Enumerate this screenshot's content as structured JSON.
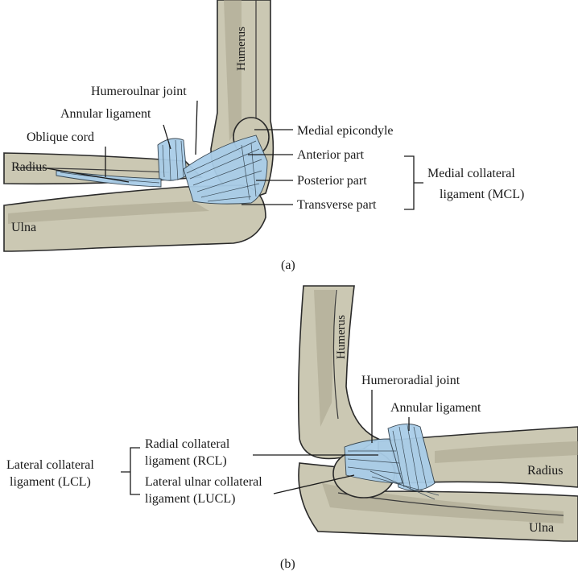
{
  "panel_a": {
    "caption": "(a)",
    "labels": {
      "humerus": "Humerus",
      "humeroulnar_joint": "Humeroulnar joint",
      "annular_ligament": "Annular ligament",
      "oblique_cord": "Oblique cord",
      "radius": "Radius",
      "ulna": "Ulna",
      "medial_epicondyle": "Medial epicondyle",
      "anterior_part": "Anterior part",
      "posterior_part": "Posterior part",
      "transverse_part": "Transverse part",
      "mcl_line1": "Medial collateral",
      "mcl_line2": "ligament (MCL)"
    }
  },
  "panel_b": {
    "caption": "(b)",
    "labels": {
      "humerus": "Humerus",
      "humeroradial_joint": "Humeroradial joint",
      "annular_ligament": "Annular ligament",
      "rcl_line1": "Radial collateral",
      "rcl_line2": "ligament (RCL)",
      "lucl_line1": "Lateral ulnar collateral",
      "lucl_line2": "ligament (LUCL)",
      "lcl_line1": "Lateral collateral",
      "lcl_line2": "ligament (LCL)",
      "radius": "Radius",
      "ulna": "Ulna"
    }
  },
  "colors": {
    "bone": "#cbc8b3",
    "ligament": "#a9cde8"
  }
}
